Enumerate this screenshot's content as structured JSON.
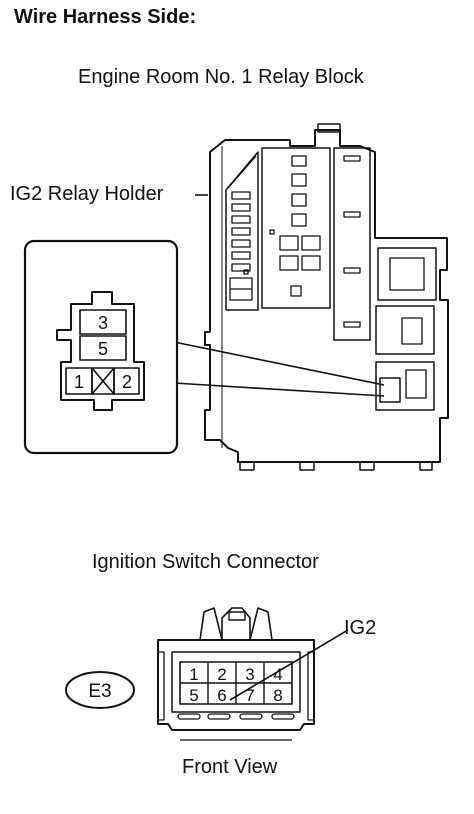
{
  "header": {
    "title": "Wire Harness Side:"
  },
  "relay_block": {
    "title": "Engine Room No. 1 Relay Block",
    "holder_label": "IG2 Relay Holder",
    "holder_pins": [
      "3",
      "5",
      "1",
      "2"
    ]
  },
  "ignition_connector": {
    "title": "Ignition Switch Connector",
    "code": "E3",
    "pins": [
      "1",
      "2",
      "3",
      "4",
      "5",
      "6",
      "7",
      "8"
    ],
    "callout": "IG2",
    "view": "Front View"
  }
}
